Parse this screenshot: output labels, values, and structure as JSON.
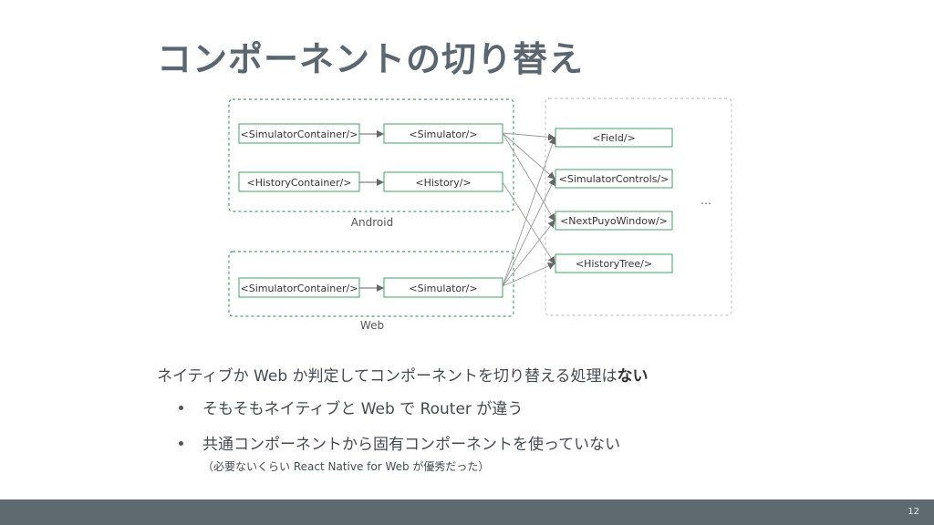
{
  "title": "コンポーネントの切り替え",
  "diagram": {
    "groups": {
      "android_label": "Android",
      "web_label": "Web"
    },
    "nodes": {
      "android_simulator_container": "<SimulatorContainer/>",
      "android_simulator": "<Simulator/>",
      "android_history_container": "<HistoryContainer/>",
      "android_history": "<History/>",
      "web_simulator_container": "<SimulatorContainer/>",
      "web_simulator": "<Simulator/>",
      "field": "<Field/>",
      "simulator_controls": "<SimulatorControls/>",
      "next_puyo_window": "<NextPuyoWindow/>",
      "history_tree": "<HistoryTree/>"
    },
    "ellipsis": "…"
  },
  "body": {
    "line1_prefix": "ネイティブか Web か判定してコンポーネントを切り替える処理は",
    "line1_bold": "ない",
    "bullets": [
      "そもそもネイティブと Web で Router が違う",
      "共通コンポーネントから固有コンポーネントを使っていない"
    ],
    "note": "（必要ないくらい React Native for Web が優秀だった）"
  },
  "footer": {
    "page_number": "12"
  }
}
